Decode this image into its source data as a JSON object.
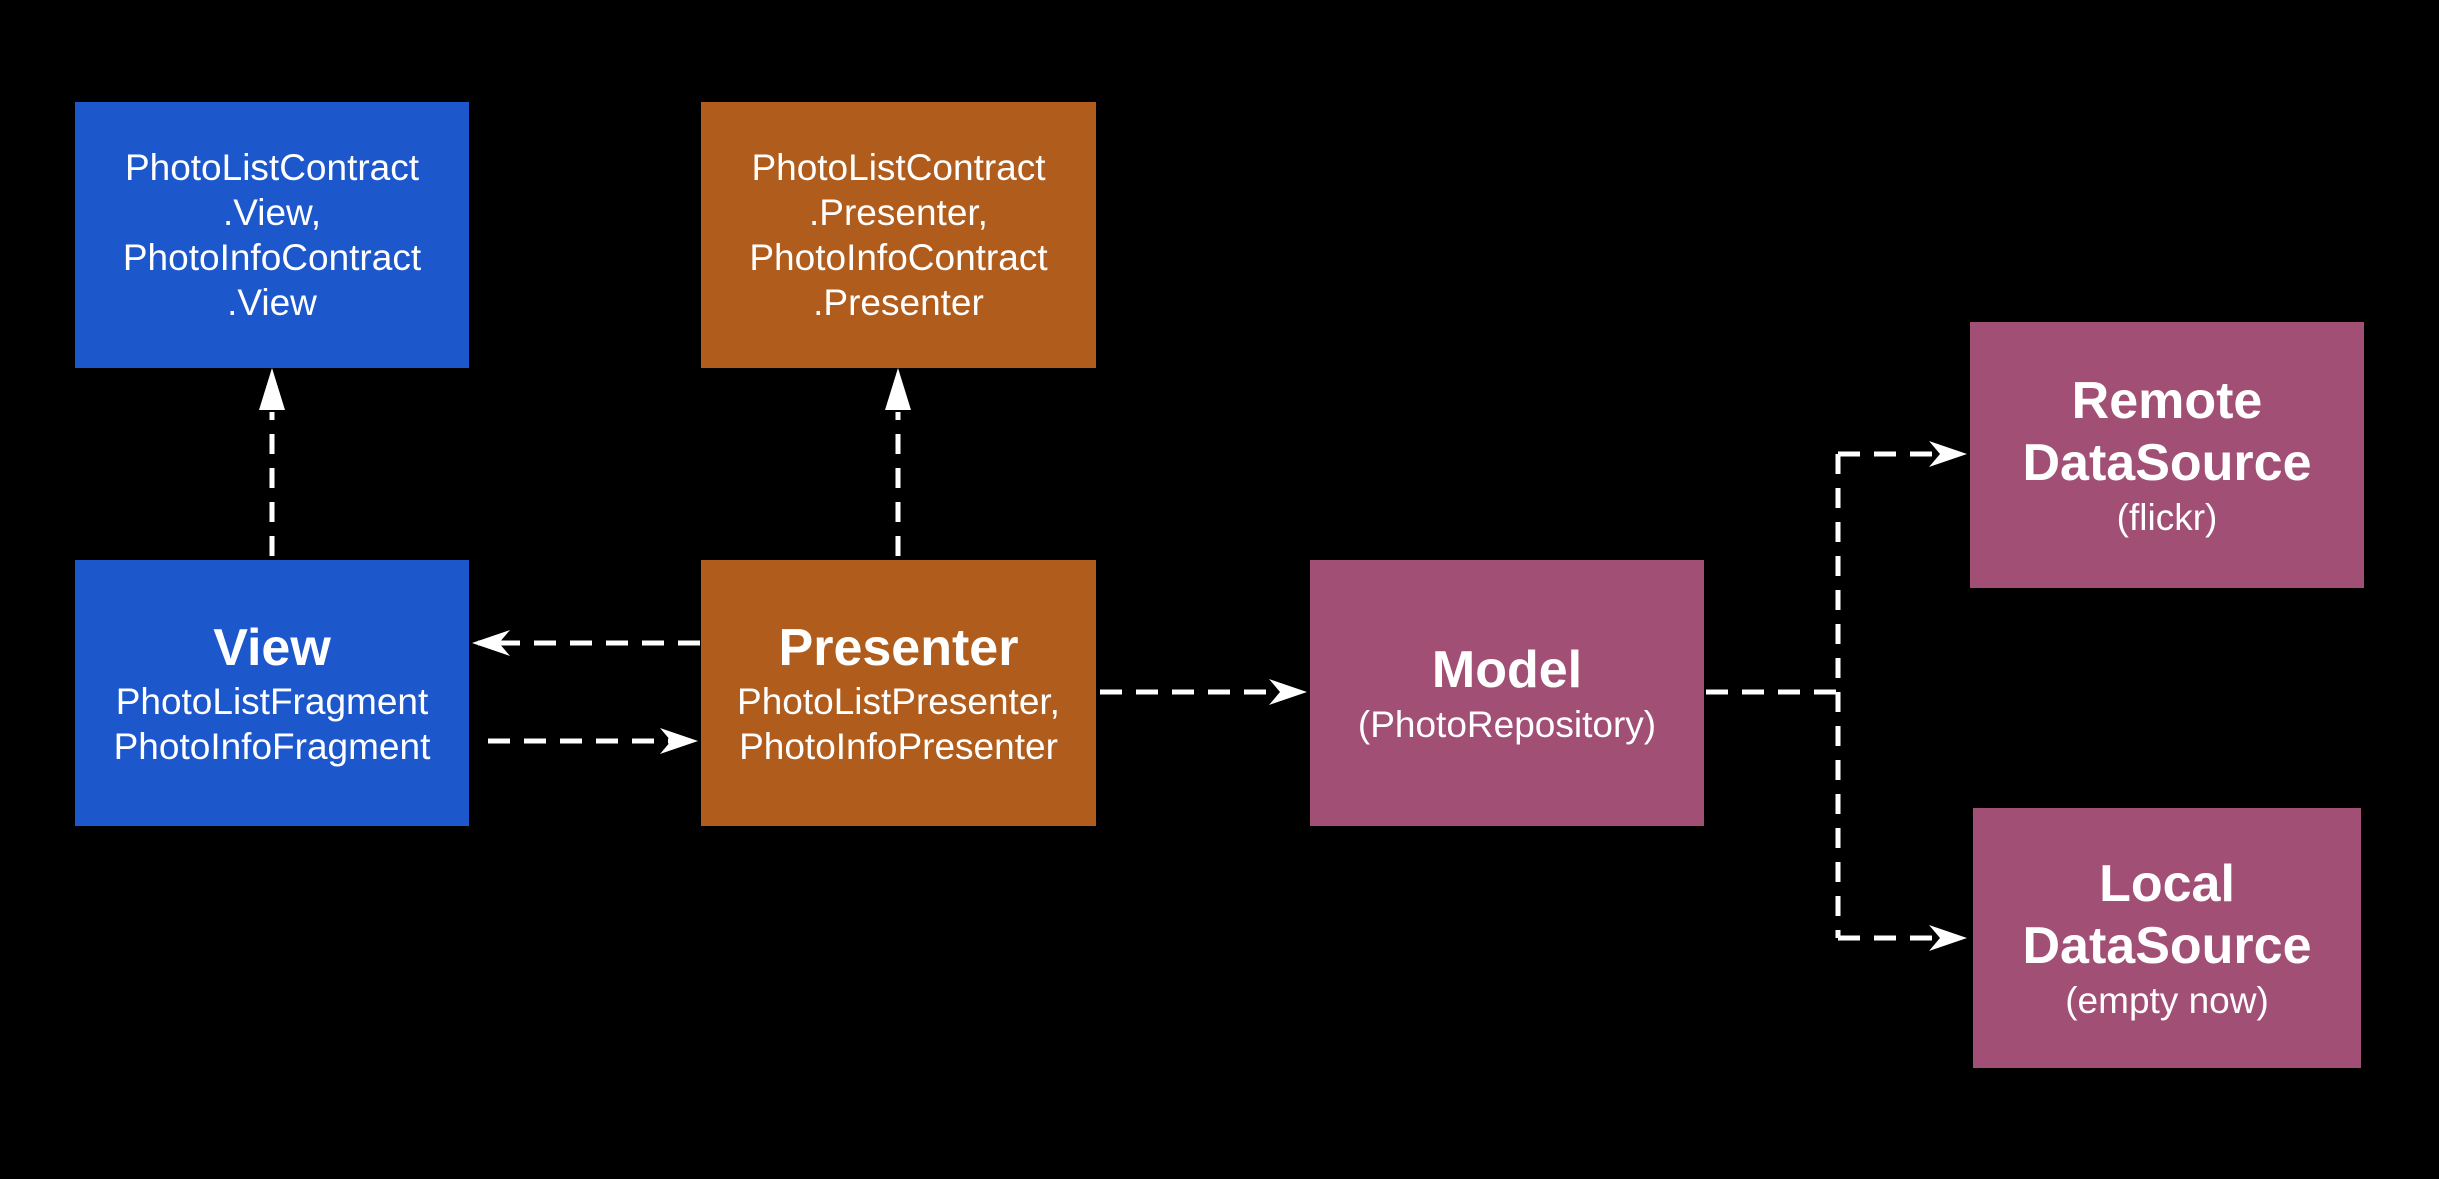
{
  "colors": {
    "background": "#000000",
    "view_blue": "#1c57cc",
    "presenter_orange": "#b05c1c",
    "model_magenta": "#a24f76",
    "text": "#ffffff",
    "connector": "#ffffff"
  },
  "nodes": {
    "view_contract": {
      "lines": [
        "PhotoListContract",
        ".View,",
        "PhotoInfoContract",
        ".View"
      ]
    },
    "presenter_contract": {
      "lines": [
        "PhotoListContract",
        ".Presenter,",
        "PhotoInfoContract",
        ".Presenter"
      ]
    },
    "view": {
      "title": "View",
      "lines": [
        "PhotoListFragment",
        "PhotoInfoFragment"
      ]
    },
    "presenter": {
      "title": "Presenter",
      "lines": [
        "PhotoListPresenter,",
        "PhotoInfoPresenter"
      ]
    },
    "model": {
      "title": "Model",
      "subtitle": "(PhotoRepository)"
    },
    "remote": {
      "title_lines": [
        "Remote",
        "DataSource"
      ],
      "subtitle": "(flickr)"
    },
    "local": {
      "title_lines": [
        "Local",
        "DataSource"
      ],
      "subtitle": "(empty now)"
    }
  },
  "connectors": [
    {
      "from": "View",
      "to": "PhotoListContract.View",
      "style": "dashed",
      "head": "filled-triangle"
    },
    {
      "from": "Presenter",
      "to": "PhotoListContract.Presenter",
      "style": "dashed",
      "head": "filled-triangle"
    },
    {
      "from": "Presenter",
      "to": "View",
      "style": "dashed",
      "head": "open-arrow"
    },
    {
      "from": "View",
      "to": "Presenter",
      "style": "dashed",
      "head": "open-arrow"
    },
    {
      "from": "Presenter",
      "to": "Model",
      "style": "dashed",
      "head": "open-arrow"
    },
    {
      "from": "Model",
      "to": "Remote DataSource",
      "style": "dashed",
      "head": "open-arrow"
    },
    {
      "from": "Model",
      "to": "Local DataSource",
      "style": "dashed",
      "head": "open-arrow"
    }
  ]
}
